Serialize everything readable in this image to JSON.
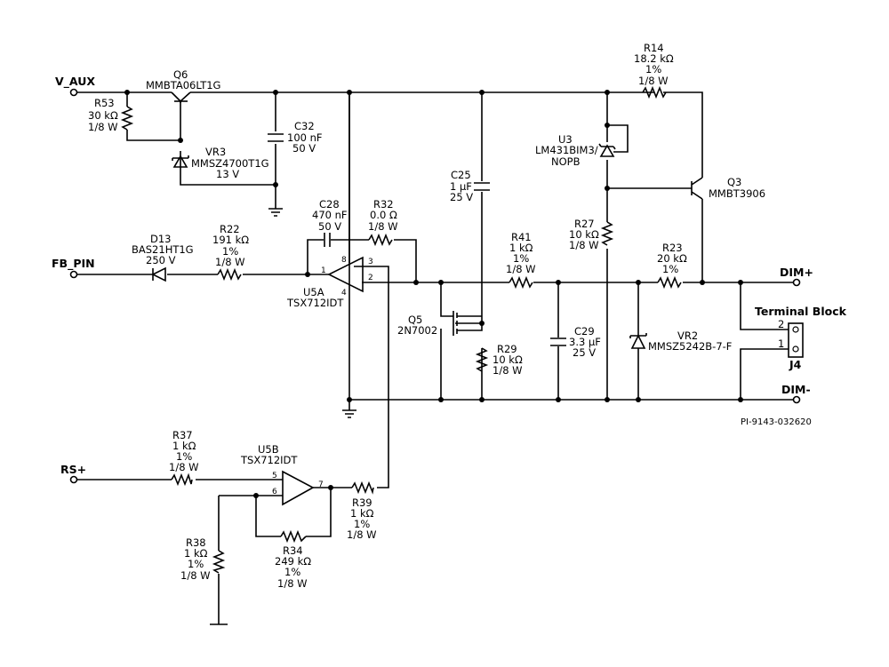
{
  "nets": {
    "v_aux": "V_AUX",
    "fb_pin": "FB_PIN",
    "rs_plus": "RS+",
    "dim_plus": "DIM+",
    "dim_minus": "DIM-"
  },
  "components": {
    "q6": {
      "ref": "Q6",
      "part": "MMBTA06LT1G"
    },
    "r53": {
      "ref": "R53",
      "value": "30 kΩ",
      "power": "1/8 W"
    },
    "vr3": {
      "ref": "VR3",
      "part": "MMSZ4700T1G",
      "voltage": "13 V"
    },
    "c32": {
      "ref": "C32",
      "value": "100 nF",
      "voltage": "50 V"
    },
    "r14": {
      "ref": "R14",
      "value": "18.2 kΩ",
      "tol": "1%",
      "power": "1/8 W"
    },
    "u3": {
      "ref": "U3",
      "part_l1": "LM431BIM3/",
      "part_l2": "NOPB"
    },
    "q3": {
      "ref": "Q3",
      "part": "MMBT3906"
    },
    "c25": {
      "ref": "C25",
      "value": "1 µF",
      "voltage": "25 V"
    },
    "c28": {
      "ref": "C28",
      "value": "470 nF",
      "voltage": "50 V"
    },
    "r32": {
      "ref": "R32",
      "value": "0.0 Ω",
      "power": "1/8 W"
    },
    "d13": {
      "ref": "D13",
      "part": "BAS21HT1G",
      "voltage": "250 V"
    },
    "r22": {
      "ref": "R22",
      "value": "191 kΩ",
      "tol": "1%",
      "power": "1/8 W"
    },
    "u5a": {
      "ref": "U5A",
      "part": "TSX712IDT",
      "pin_in_minus": "1",
      "pin_plus": "3",
      "pin_minus": "2",
      "pin_vcc": "8",
      "pin_gnd": "4"
    },
    "r41": {
      "ref": "R41",
      "value": "1 kΩ",
      "tol": "1%",
      "power": "1/8 W"
    },
    "r27": {
      "ref": "R27",
      "value": "10 kΩ",
      "power": "1/8 W"
    },
    "r23": {
      "ref": "R23",
      "value": "20 kΩ",
      "tol": "1%"
    },
    "q5": {
      "ref": "Q5",
      "part": "2N7002"
    },
    "r29": {
      "ref": "R29",
      "value": "10 kΩ",
      "power": "1/8 W"
    },
    "c29": {
      "ref": "C29",
      "value": "3.3 µF",
      "voltage": "25 V"
    },
    "vr2": {
      "ref": "VR2",
      "part": "MMSZ5242B-7-F"
    },
    "j4": {
      "ref": "J4",
      "title": "Terminal Block",
      "pin2": "2",
      "pin1": "1"
    },
    "r37": {
      "ref": "R37",
      "value": "1 kΩ",
      "tol": "1%",
      "power": "1/8 W"
    },
    "u5b": {
      "ref": "U5B",
      "part": "TSX712IDT",
      "pin5": "5",
      "pin6": "6",
      "pin7": "7"
    },
    "r39": {
      "ref": "R39",
      "value": "1 kΩ",
      "tol": "1%",
      "power": "1/8 W"
    },
    "r38": {
      "ref": "R38",
      "value": "1 kΩ",
      "tol": "1%",
      "power": "1/8 W"
    },
    "r34": {
      "ref": "R34",
      "value": "249 kΩ",
      "tol": "1%",
      "power": "1/8 W"
    }
  },
  "drawing_number": "PI-9143-032620"
}
